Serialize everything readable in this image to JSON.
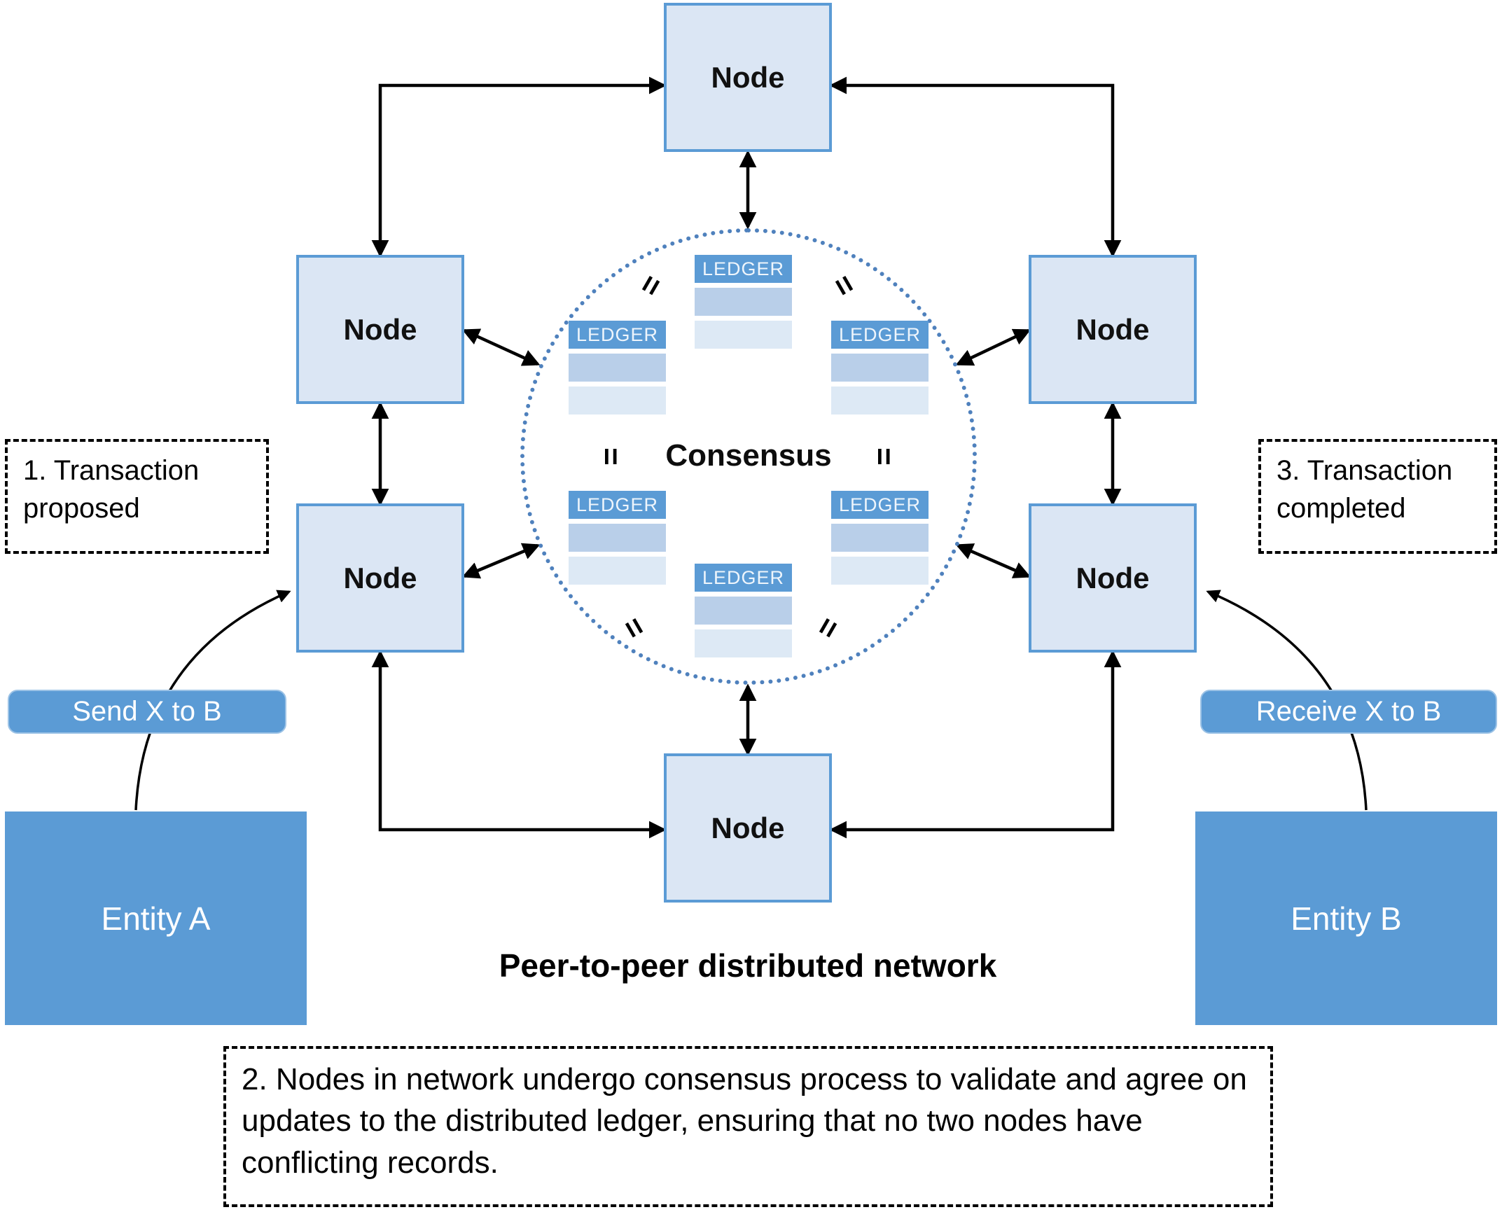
{
  "diagram": {
    "title": "Peer-to-peer distributed network",
    "node_label": "Node",
    "consensus_label": "Consensus",
    "ledger_label": "LEDGER",
    "equals_symbol": "=",
    "entity_a": "Entity A",
    "entity_b": "Entity B",
    "send_pill": "Send X to B",
    "receive_pill": "Receive X to B",
    "step1": "1. Transaction proposed",
    "step2": "2. Nodes in network undergo consensus process to validate and agree on updates to the distributed ledger, ensuring that no two nodes have conflicting records.",
    "step3": "3. Transaction completed",
    "colors": {
      "accent_blue": "#5b9bd5",
      "node_fill": "#dbe6f4",
      "ledger_row_medium": "#b9cfe9",
      "ledger_row_light": "#dde9f5",
      "circle_border": "#4f81bd",
      "arrow": "#000000"
    }
  }
}
